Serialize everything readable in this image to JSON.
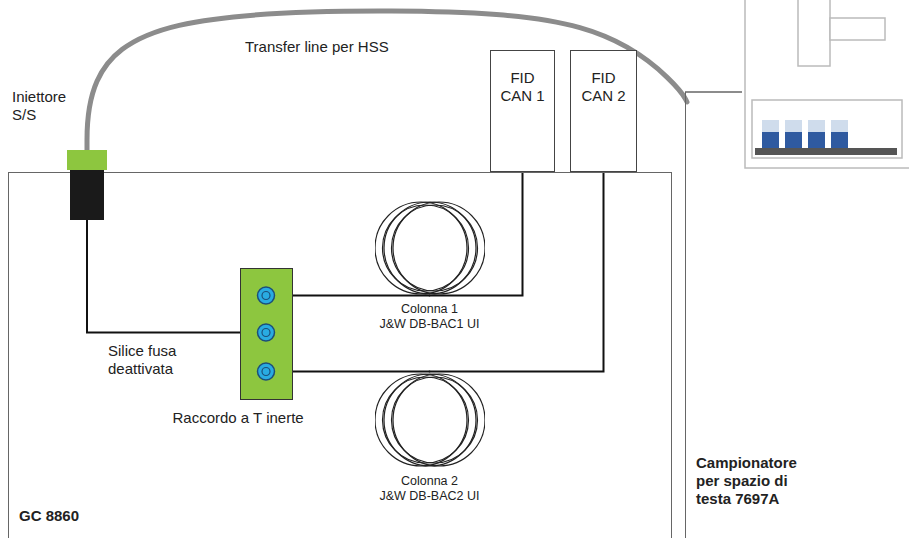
{
  "diagram": {
    "nodes": [
      {
        "text": [
          "GC 8860"
        ]
      },
      {
        "text": [
          "Iniettore S/S"
        ]
      },
      {
        "text": [
          "FID CAN 1"
        ]
      },
      {
        "text": [
          "FID CAN 2"
        ]
      },
      {
        "text": [
          "Raccordo a T inerte"
        ],
        "in": 0
      },
      {
        "text": [
          "Colonna 1 J&W DB-BAC1 UI"
        ],
        "in": 0
      },
      {
        "text": [
          "Colonna 2 J&W DB-BAC2 UI"
        ],
        "in": 0
      },
      {
        "text": [
          "Campionatore per spazio di testa 7697A"
        ]
      }
    ],
    "edges": [
      {
        "from": 1,
        "to": 7,
        "arrow": "none",
        "label": "Transfer line per HSS"
      },
      {
        "from": 1,
        "to": 4,
        "arrow": "none",
        "label": "Silice fusa deattivata"
      },
      {
        "from": 4,
        "to": 5,
        "arrow": "none"
      },
      {
        "from": 5,
        "to": 2,
        "arrow": "none"
      },
      {
        "from": 4,
        "to": 6,
        "arrow": "none"
      },
      {
        "from": 6,
        "to": 3,
        "arrow": "none"
      }
    ]
  }
}
